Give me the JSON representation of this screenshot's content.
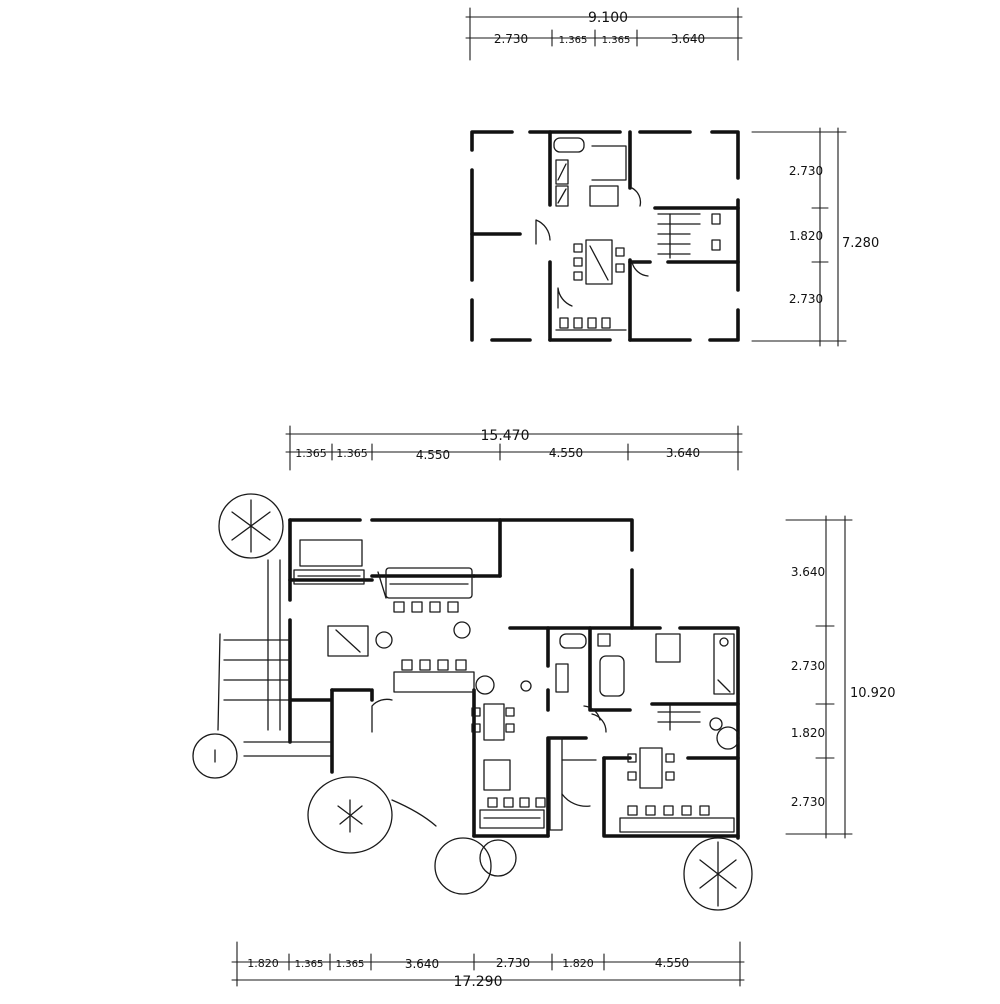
{
  "upper_plan": {
    "overall_width": "9.100",
    "width_segments": [
      "2.730",
      "1.365",
      "1.365",
      "3.640"
    ],
    "overall_depth": "7.280",
    "depth_segments": [
      "2.730",
      "1.820",
      "2.730"
    ]
  },
  "ground_plan": {
    "overall_width_top": "15.470",
    "top_segments": [
      "1.365",
      "1.365",
      "4.550",
      "4.550",
      "3.640"
    ],
    "overall_depth": "10.920",
    "depth_segments": [
      "3.640",
      "2.730",
      "1.820",
      "2.730"
    ],
    "overall_width_bottom": "17.290",
    "bottom_segments": [
      "1.820",
      "1.365",
      "1.365",
      "3.640",
      "2.730",
      "1.820",
      "4.550"
    ]
  }
}
